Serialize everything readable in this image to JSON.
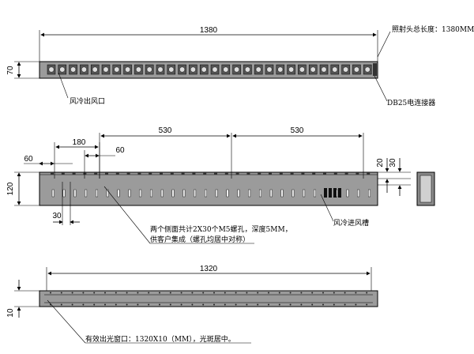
{
  "top_view": {
    "dim_total_length": "1380",
    "dim_height": "70",
    "label_total_length": "照射头总长度：1380MM",
    "label_outlet": "风冷出风口",
    "label_connector": "DB25电连接器",
    "fan_outlets": 30
  },
  "side_view": {
    "dim_spacing_left": "530",
    "dim_spacing_right": "530",
    "dim_180": "180",
    "dim_60_left": "60",
    "dim_60_inner": "60",
    "dim_30": "30",
    "dim_height": "120",
    "dim_20": "20",
    "dim_30_right": "30",
    "label_holes_line1": "两个侧面共计2X30个M5螺孔，深度5MM，",
    "label_holes_line2": "供客户集成（螺孔均居中对称）",
    "label_inlet": "风冷进风槽"
  },
  "bottom_view": {
    "dim_window_length": "1320",
    "dim_height": "10",
    "label_window": "有效出光窗口：1320X10（MM），光斑居中。"
  }
}
